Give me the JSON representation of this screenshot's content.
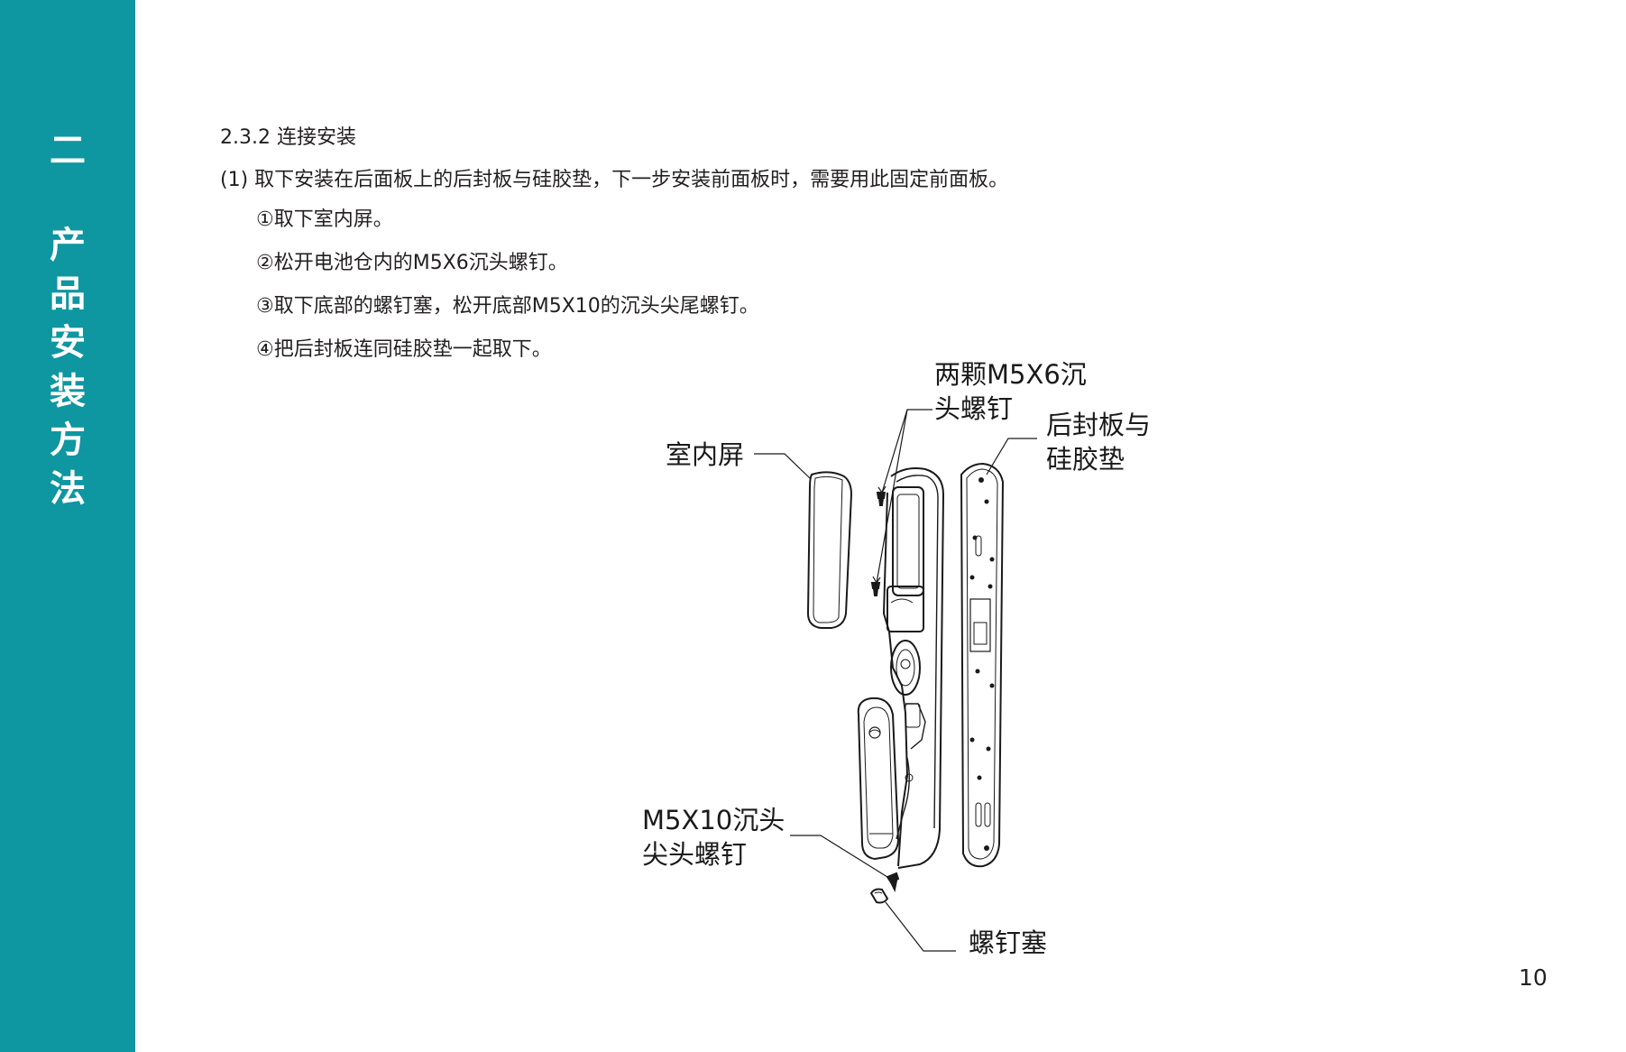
{
  "sidebar": {
    "chapter_number": "二",
    "chapter_title_chars": [
      "产",
      "品",
      "安",
      "装",
      "方",
      "法"
    ]
  },
  "section": {
    "heading": "2.3.2 连接安装",
    "paragraph": "(1) 取下安装在后面板上的后封板与硅胶垫，下一步安装前面板时，需要用此固定前面板。",
    "steps": [
      "①取下室内屏。",
      "②松开电池仓内的M5X6沉头螺钉。",
      "③取下底部的螺钉塞，松开底部M5X10的沉头尖尾螺钉。",
      "④把后封板连同硅胶垫一起取下。"
    ]
  },
  "figure": {
    "callouts": {
      "two_screws": [
        "两颗M5X6沉",
        "头螺钉"
      ],
      "back_plate": [
        "后封板与",
        "硅胶垫"
      ],
      "indoor_screen": [
        "室内屏"
      ],
      "bottom_screw": [
        "M5X10沉头",
        "尖头螺钉"
      ],
      "screw_plug": [
        "螺钉塞"
      ]
    }
  },
  "page": {
    "number": "10"
  },
  "colors": {
    "sidebar": "#0e96a1",
    "text": "#231f20"
  }
}
